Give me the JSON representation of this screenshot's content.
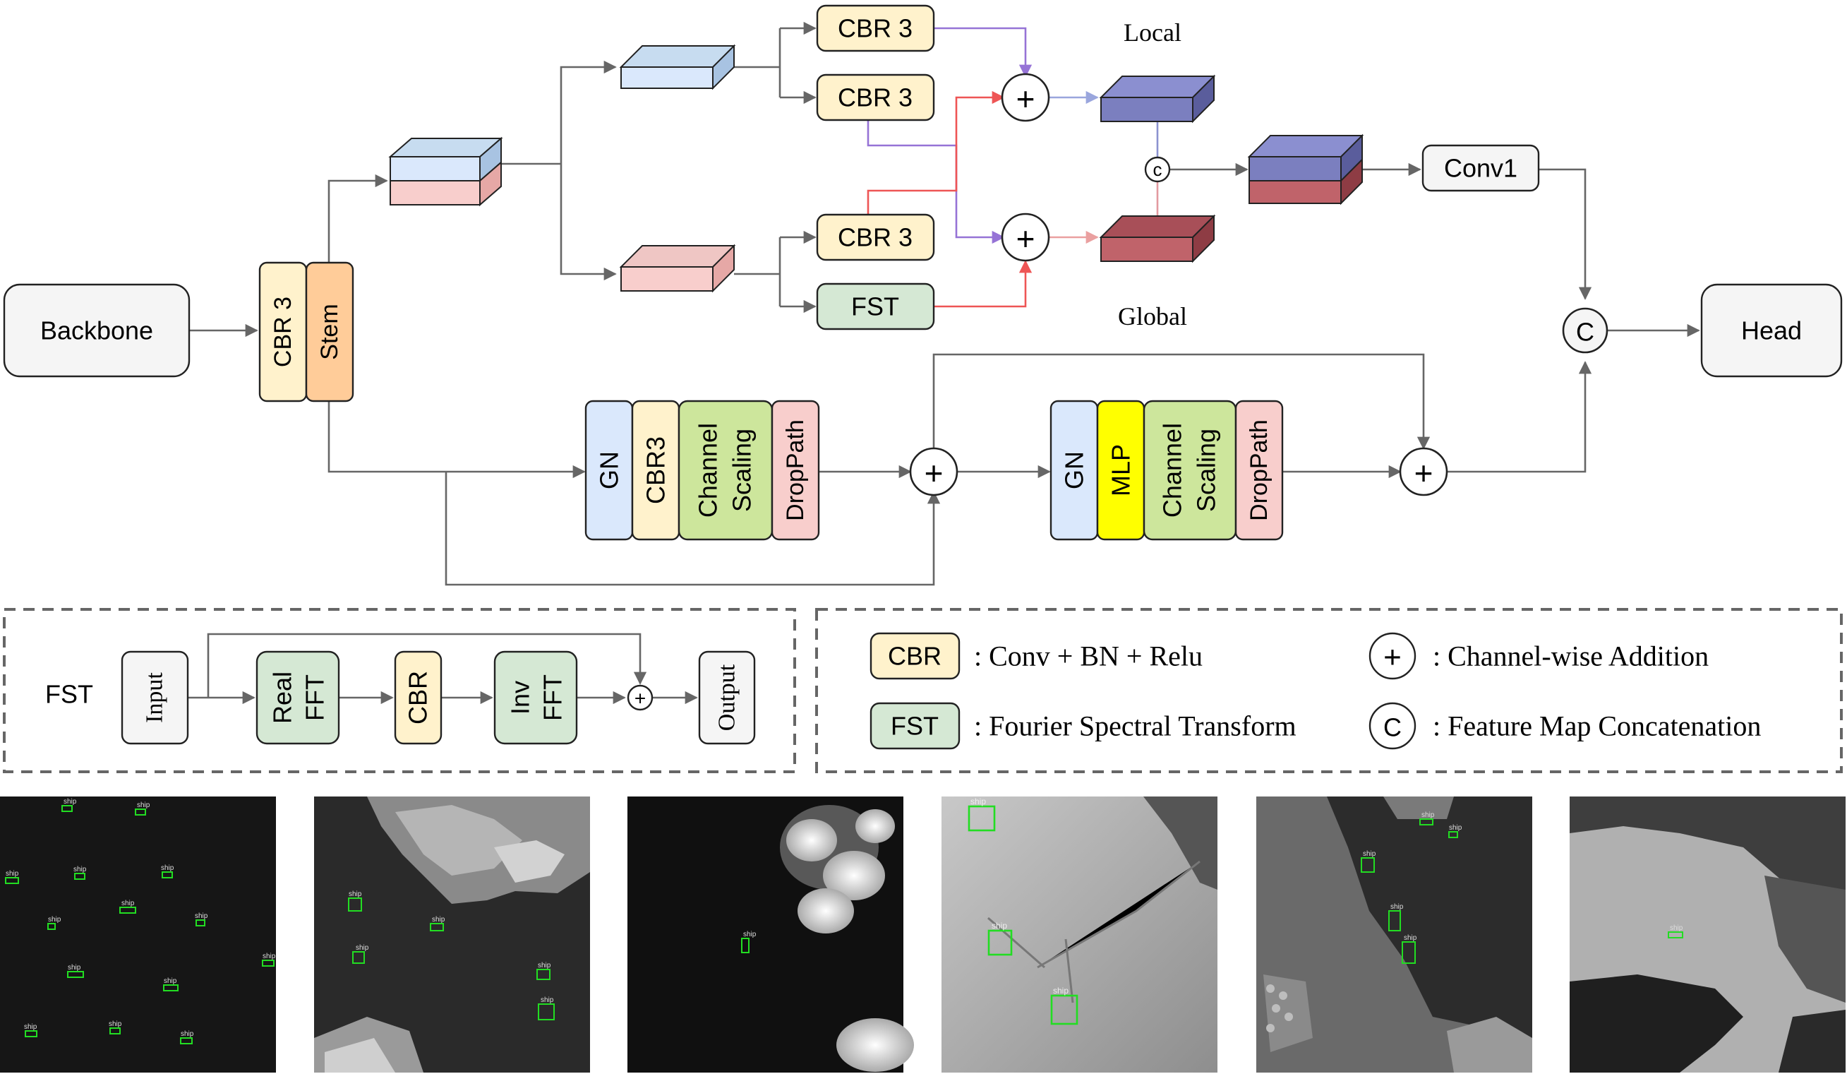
{
  "nodes": {
    "backbone": "Backbone",
    "cbr3_main": "CBR 3",
    "stem": "Stem",
    "cbr3_top1": "CBR 3",
    "cbr3_top2": "CBR 3",
    "cbr3_bottom": "CBR 3",
    "fst": "FST",
    "local_label": "Local",
    "global_label": "Global",
    "concat_small": "c",
    "conv1": "Conv1",
    "concat_main": "C",
    "head": "Head",
    "plus": "+",
    "block1": {
      "gn": "GN",
      "cbr3": "CBR3",
      "channel_scaling_1": "Channel",
      "channel_scaling_2": "Scaling",
      "droppath": "DropPath"
    },
    "block2": {
      "gn": "GN",
      "mlp": "MLP",
      "channel_scaling_1": "Channel",
      "channel_scaling_2": "Scaling",
      "droppath": "DropPath"
    }
  },
  "fst_detail": {
    "title": "FST",
    "input": "Input",
    "real_fft_1": "Real",
    "real_fft_2": "FFT",
    "cbr": "CBR",
    "inv_fft_1": "Inv",
    "inv_fft_2": "FFT",
    "output": "Output"
  },
  "legend": {
    "cbr_key": "CBR",
    "cbr_desc": ": Conv + BN + Relu",
    "fst_key": "FST",
    "fst_desc": ": Fourier Spectral Transform",
    "add_key": "+",
    "add_desc": ": Channel-wise Addition",
    "concat_key": "C",
    "concat_desc": ": Feature Map Concatenation"
  },
  "detections": {
    "label": "ship",
    "box_color": "#22dd22"
  },
  "colors": {
    "cbr_fill": "#fff2cc",
    "stem_fill": "#ffcc99",
    "fst_fill": "#d5e8d4",
    "gn_fill": "#dae8fc",
    "mlp_fill": "#ffff00",
    "scaling_fill": "#cde69c",
    "droppath_fill": "#f8cecc",
    "gray_fill": "#f5f5f5",
    "local_cube": "#7b7fbf",
    "global_cube": "#c0636a",
    "purple_line": "#9673d6",
    "red_line": "#ee5555",
    "line": "#666666"
  }
}
